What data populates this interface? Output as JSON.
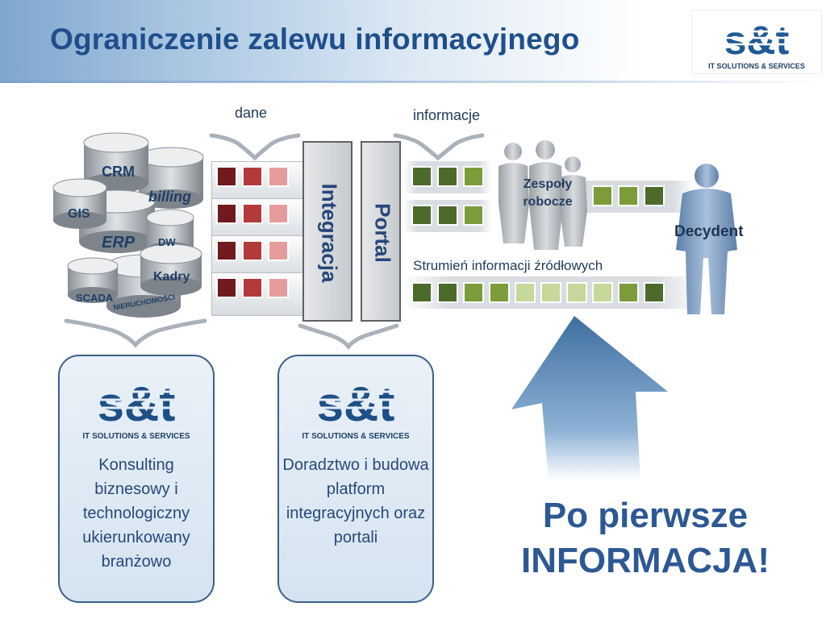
{
  "header": {
    "title": "Ograniczenie zalewu informacyjnego"
  },
  "logo": {
    "name": "s&t",
    "tagline": "IT SOLUTIONS & SERVICES"
  },
  "databases": [
    "CRM",
    "billing",
    "GIS",
    "ERP",
    "DW",
    "Kadry",
    "SCADA",
    "NIERUCHOMOŚCI"
  ],
  "labels": {
    "dane": "dane",
    "informacje": "informacje",
    "stream": "Strumień informacji źródłowych",
    "team": "Zespoły robocze",
    "decider": "Decydent"
  },
  "pillars": {
    "integration": "Integracja",
    "portal": "Portal"
  },
  "cards": {
    "left": "Konsulting biznesowy i technologiczny ukierunkowany branżowo",
    "middle": "Doradztwo i budowa platform integracyjnych oraz portali"
  },
  "headline": {
    "line1": "Po pierwsze",
    "line2": "INFORMACJA!"
  },
  "colors": {
    "title": "#1f4f8b",
    "dark_red": "#6e1a1f",
    "mid_red": "#b23a3a",
    "light_red": "#e79c9c",
    "dark_green": "#4c6b2a",
    "mid_green": "#7c9c3a",
    "light_green": "#c6d89a",
    "arrow": "#5a88b8"
  }
}
